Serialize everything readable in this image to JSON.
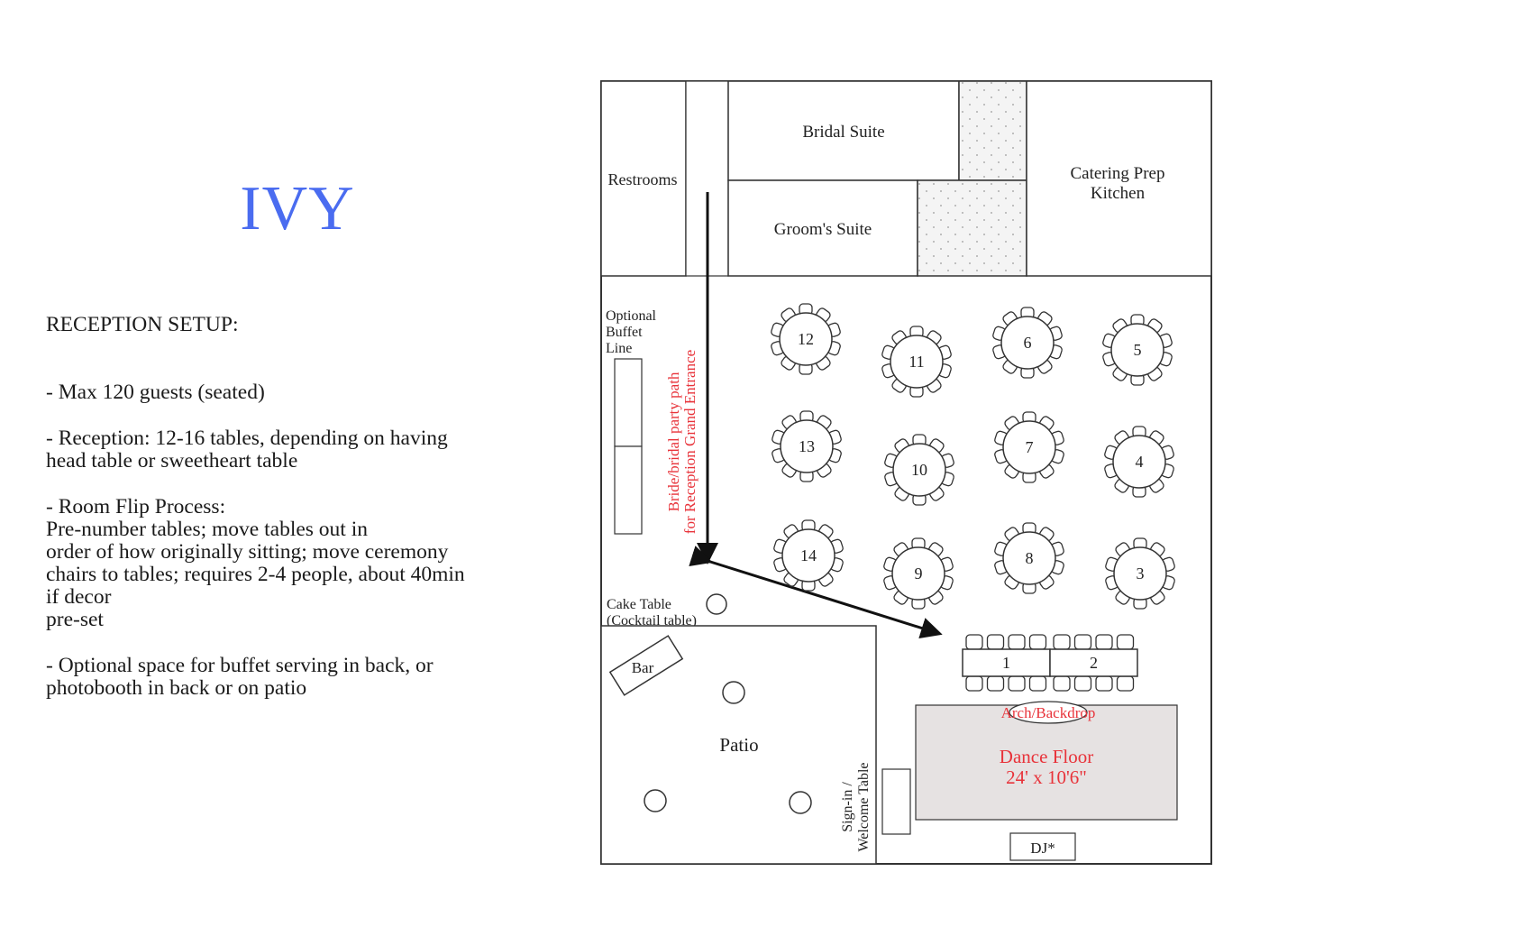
{
  "title": "IVY",
  "notes": {
    "heading": "RECEPTION SETUP:",
    "items": [
      "- Max 120 guests (seated)",
      "- Reception: 12-16 tables, depending on having\nhead table or sweetheart table",
      "- Room Flip Process:\nPre-number tables; move tables out in\norder of how originally sitting; move ceremony\nchairs to tables; requires 2-4 people, about 40min\nif decor\npre-set",
      "- Optional space for buffet serving in back, or\nphotobooth in back or on patio"
    ]
  },
  "floorplan": {
    "rooms": {
      "restrooms": "Restrooms",
      "bridal_suite": "Bridal Suite",
      "grooms_suite": "Groom's Suite",
      "catering_line1": "Catering Prep",
      "catering_line2": "Kitchen",
      "patio": "Patio"
    },
    "buffet_line": [
      "Optional",
      "Buffet",
      "Line"
    ],
    "path_line1": "Bride/bridal party path",
    "path_line2": "for Reception Grand Entrance",
    "cake_line1": "Cake Table",
    "cake_line2": "(Cocktail table)",
    "bar": "Bar",
    "signin_line1": "Sign-in /",
    "signin_line2": "Welcome Table",
    "arch": "Arch/Backdrop",
    "dance_line1": "Dance Floor",
    "dance_line2": "24' x 10'6\"",
    "dj": "DJ*",
    "head_tables": [
      "1",
      "2"
    ],
    "round_tables": [
      "3",
      "4",
      "5",
      "6",
      "7",
      "8",
      "9",
      "10",
      "11",
      "12",
      "13",
      "14"
    ],
    "colors": {
      "title": "#4a6cf0",
      "annotation_red": "#e8333a",
      "dance_floor": "#e6e2e2"
    }
  }
}
